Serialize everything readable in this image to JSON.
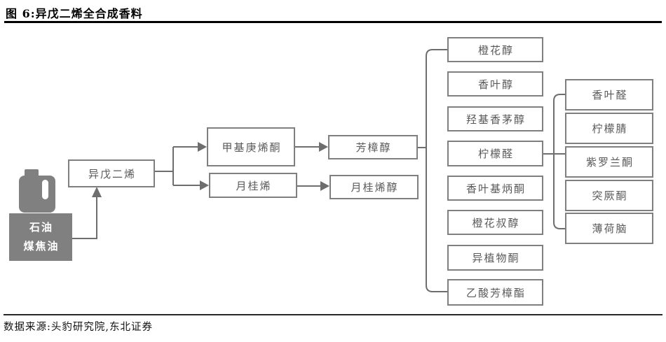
{
  "header": {
    "title": "图 6:异戊二烯全合成香料"
  },
  "footer": {
    "source": "数据来源:头豹研究院,东北证券"
  },
  "colors": {
    "box_border": "#7f7f7f",
    "box_text": "#595959",
    "connector": "#6e6e6e",
    "feedstock_fill": "#808080",
    "feedstock_text": "#ffffff",
    "title_text": "#000000"
  },
  "flowchart": {
    "feedstock": {
      "line1": "石油",
      "line2": "煤焦油",
      "icon": "oil-canister-icon"
    },
    "isoprene": "异戊二烯",
    "intermediates": {
      "methylheptenone": "甲基庚烯酮",
      "myrcene": "月桂烯"
    },
    "alcohols": {
      "linalool": "芳樟醇",
      "myrcenol": "月桂烯醇"
    },
    "linalool_derivatives": [
      "橙花醇",
      "香叶醇",
      "羟基香茅醇",
      "柠檬醛",
      "香叶基炳酮",
      "橙花叔醇",
      "异植物酮",
      "乙酸芳樟酯"
    ],
    "citral_derivatives": [
      "香叶醛",
      "柠檬腈",
      "紫罗兰酮",
      "突厥酮",
      "薄荷脑"
    ]
  }
}
